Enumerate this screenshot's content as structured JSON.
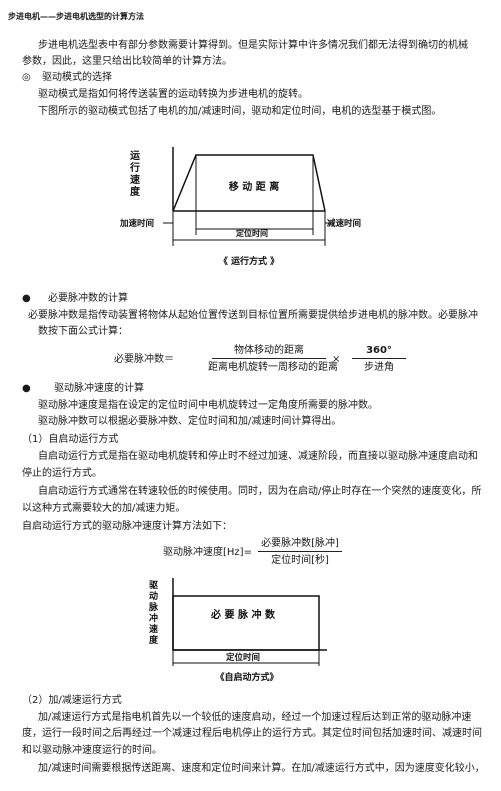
{
  "header": "步进电机——步进电机选型的计算方法",
  "intro": [
    "步进电机选型表中有部分参数需要计算得到。但是实际计算中许多情况我们都无法得到确切的机械",
    "参数，因此，这里只给出比较简单的计算方法。"
  ],
  "section1": {
    "bullet": "◎",
    "title": "驱动模式的选择",
    "lines": [
      "驱动模式是指如何将传送装置的运动转换为步进电机的旋转。",
      "下图所示的驱动模式包括了电机的加/减速时间，驱动和定位时间，电机的选型基于模式图。"
    ]
  },
  "diagram1": {
    "ylabel": [
      "运",
      "行",
      "速",
      "度"
    ],
    "area_label": "移 动 距 离",
    "accel": "加速时间",
    "positioning": "定位时间",
    "decel": "减速时间",
    "caption": "《 运行方式 》"
  },
  "section2": {
    "bullet": "●",
    "title": "必要脉冲数的计算",
    "lines": [
      "必要脉冲数是指传动装置将物体从起始位置传送到目标位置所需要提供给步进电机的脉冲数。必要脉冲",
      "数按下面公式计算："
    ],
    "formula_lhs": "必要脉冲数＝",
    "num1": "物体移动的距离",
    "den1": "距离电机旋转一周移动的距离",
    "times": "×",
    "num2": "360°",
    "den2": "步进角"
  },
  "section3": {
    "bullet": "●",
    "title": "驱动脉冲速度的计算",
    "lines": [
      "驱动脉冲速度是指在设定的定位时间中电机旋转过一定角度所需要的脉冲数。",
      "驱动脉冲数可以根据必要脉冲数、定位时间和加/减速时间计算得出。"
    ]
  },
  "sub1": {
    "title": "（1）自启动运行方式",
    "lines": [
      "自启动运行方式是指在驱动电机旋转和停止时不经过加速、减速阶段，而直接以驱动脉冲速度启动和",
      "停止的运行方式。",
      "自启动运行方式通常在转速较低的时候使用。同时，因为在启动/停止时存在一个突然的速度变化，所",
      "以这种方式需要较大的加/减速力矩。",
      "自启动运行方式的驱动脉冲速度计算方法如下："
    ],
    "formula_lhs": "驱动脉冲速度[Hz]=",
    "num": "必要脉冲数[脉冲]",
    "den": "定位时间[秒]"
  },
  "diagram2": {
    "ylabel": [
      "驱",
      "动",
      "脉",
      "冲",
      "速",
      "度"
    ],
    "area_label": "必 要 脉 冲 数",
    "positioning": "定位时间",
    "caption": "《自启动方式》"
  },
  "sub2": {
    "title": "（2）加/减速运行方式",
    "lines": [
      "加/减速运行方式是指电机首先以一个较低的速度启动，经过一个加速过程后达到正常的驱动脉冲速",
      "度，运行一段时间之后再经过一个减速过程后电机停止的运行方式。其定位时间包括加速时间、减速时间",
      "和以驱动脉冲速度运行的时间。",
      "加/减速时间需要根据传送距离、速度和定位时间来计算。在加/减速运行方式中，因为速度变化较小，"
    ]
  }
}
